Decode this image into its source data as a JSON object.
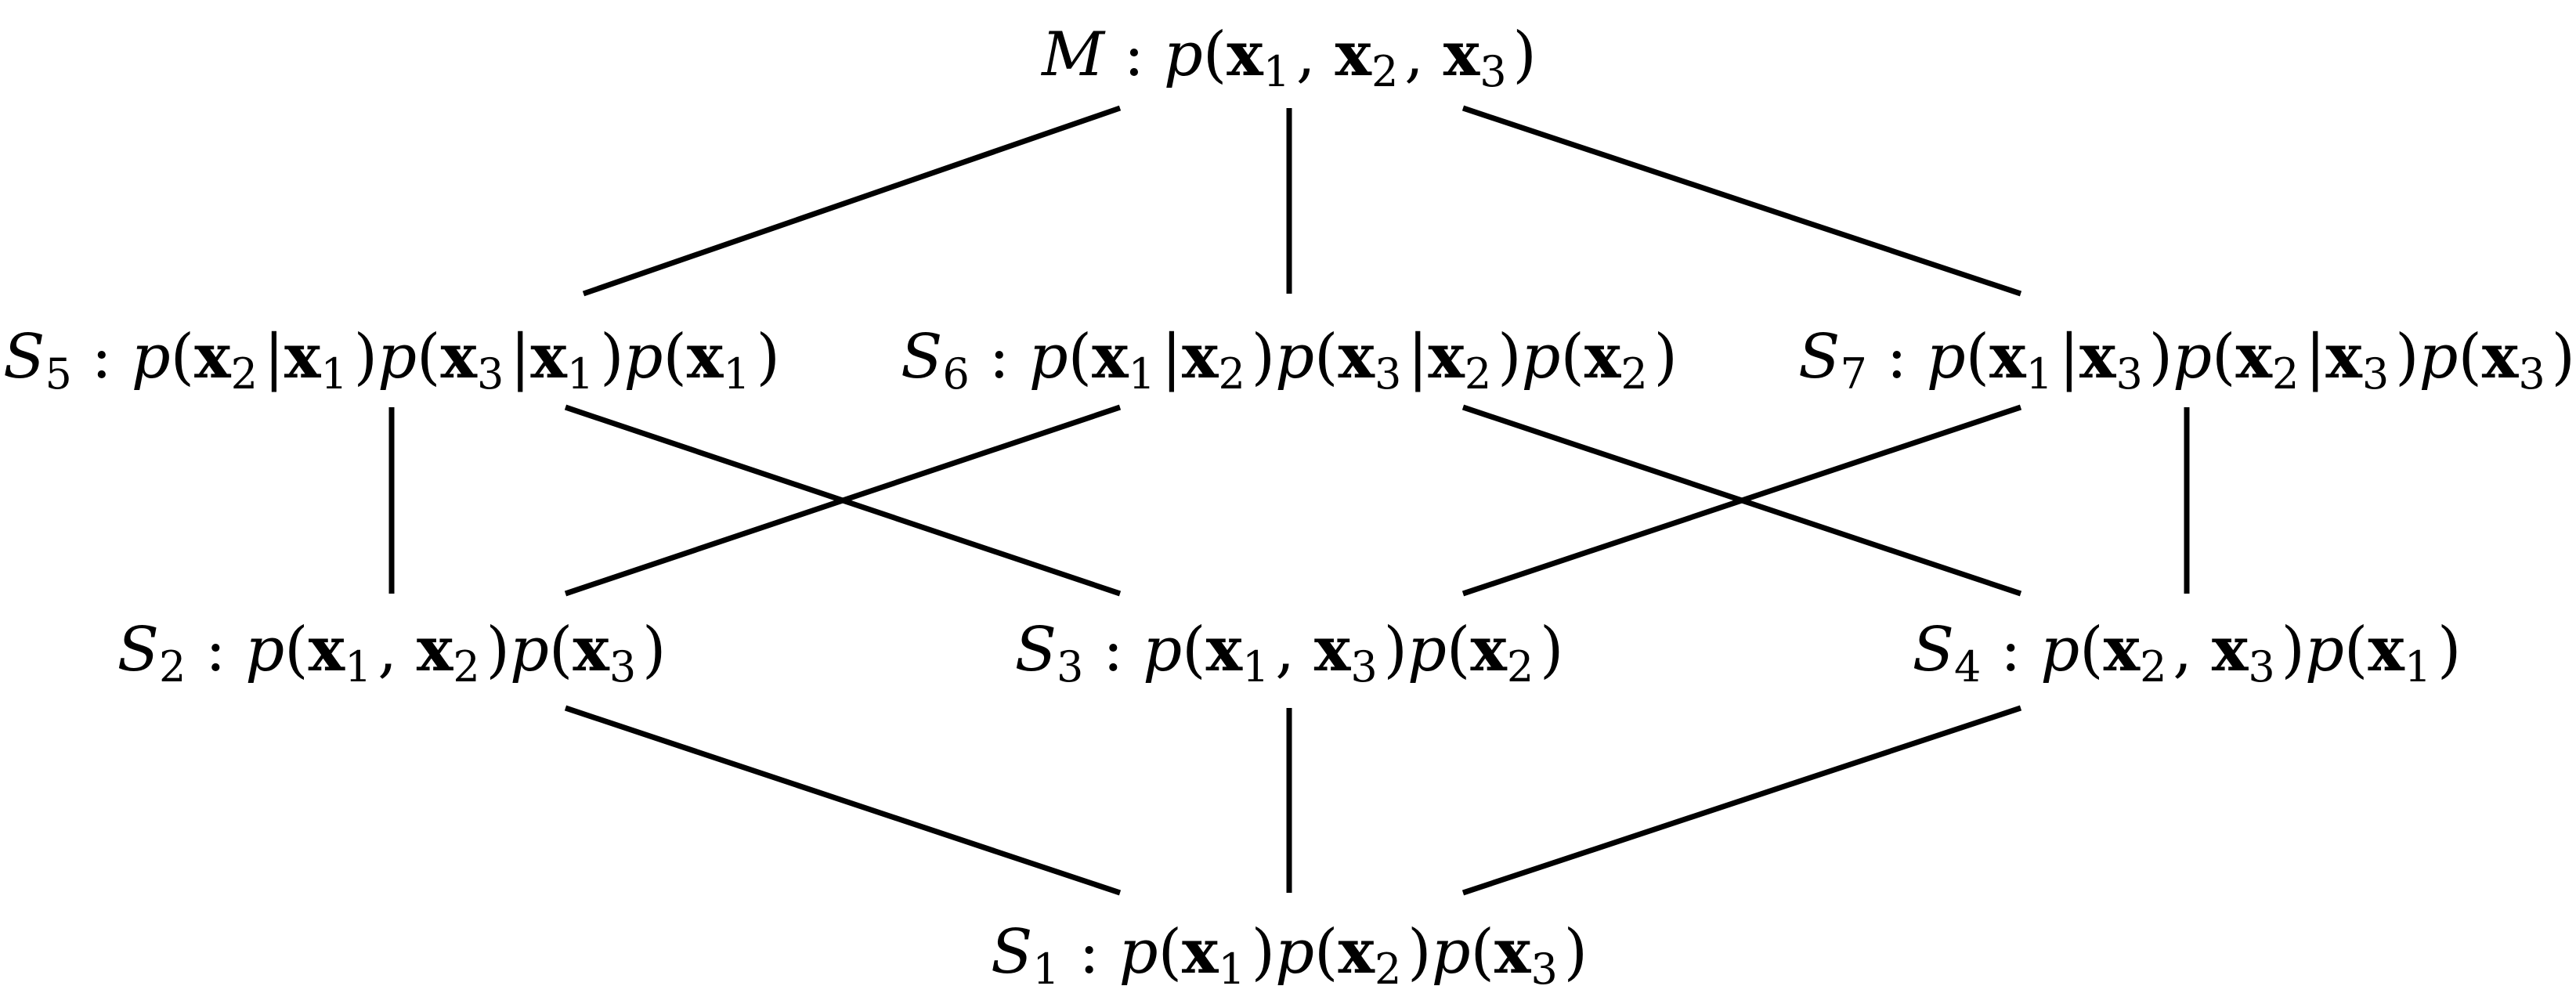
{
  "diagram": {
    "nodes": [
      {
        "id": "M",
        "name": "M",
        "sub": "",
        "factors": [
          [
            "1",
            "2",
            "3"
          ]
        ]
      },
      {
        "id": "S5",
        "name": "S",
        "sub": "5",
        "factors": [
          [
            "2",
            "|",
            "1"
          ],
          [
            "3",
            "|",
            "1"
          ],
          [
            "1"
          ]
        ]
      },
      {
        "id": "S6",
        "name": "S",
        "sub": "6",
        "factors": [
          [
            "1",
            "|",
            "2"
          ],
          [
            "3",
            "|",
            "2"
          ],
          [
            "2"
          ]
        ]
      },
      {
        "id": "S7",
        "name": "S",
        "sub": "7",
        "factors": [
          [
            "1",
            "|",
            "3"
          ],
          [
            "2",
            "|",
            "3"
          ],
          [
            "3"
          ]
        ]
      },
      {
        "id": "S2",
        "name": "S",
        "sub": "2",
        "factors": [
          [
            "1",
            "2"
          ],
          [
            "3"
          ]
        ]
      },
      {
        "id": "S3",
        "name": "S",
        "sub": "3",
        "factors": [
          [
            "1",
            "3"
          ],
          [
            "2"
          ]
        ]
      },
      {
        "id": "S4",
        "name": "S",
        "sub": "4",
        "factors": [
          [
            "2",
            "3"
          ],
          [
            "1"
          ]
        ]
      },
      {
        "id": "S1",
        "name": "S",
        "sub": "1",
        "factors": [
          [
            "1"
          ],
          [
            "2"
          ],
          [
            "3"
          ]
        ]
      }
    ],
    "edges": [
      [
        "M",
        "S5"
      ],
      [
        "M",
        "S6"
      ],
      [
        "M",
        "S7"
      ],
      [
        "S5",
        "S2"
      ],
      [
        "S5",
        "S3"
      ],
      [
        "S6",
        "S2"
      ],
      [
        "S6",
        "S4"
      ],
      [
        "S7",
        "S3"
      ],
      [
        "S7",
        "S4"
      ],
      [
        "S2",
        "S1"
      ],
      [
        "S3",
        "S1"
      ],
      [
        "S4",
        "S1"
      ]
    ]
  }
}
